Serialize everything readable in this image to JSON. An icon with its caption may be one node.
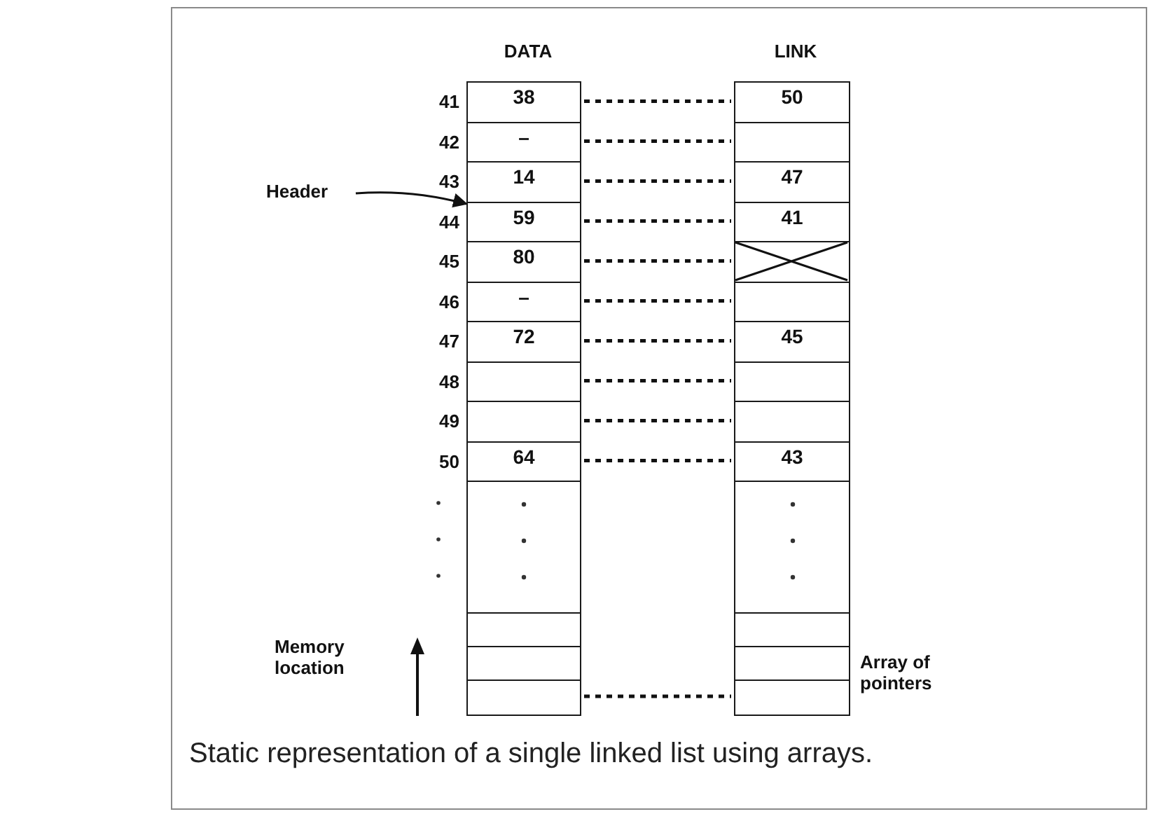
{
  "diagram": {
    "caption": "Static representation of a single linked list using arrays.",
    "nodes": [
      {
        "text": [
          "Header"
        ]
      },
      {
        "text": [
          "38"
        ]
      },
      {
        "text": [
          "–"
        ]
      },
      {
        "text": [
          "14"
        ]
      },
      {
        "text": [
          "59"
        ]
      },
      {
        "text": [
          "80"
        ]
      },
      {
        "text": [
          "–"
        ]
      },
      {
        "text": [
          "72"
        ]
      },
      {
        "text": [],
        "shape": "box"
      },
      {
        "text": [],
        "shape": "box"
      },
      {
        "text": [
          "64"
        ]
      },
      {
        "text": [],
        "shape": "box"
      },
      {
        "text": [],
        "shape": "box"
      },
      {
        "text": [],
        "shape": "box"
      },
      {
        "text": [],
        "shape": "box"
      },
      {
        "text": [
          "50"
        ]
      },
      {
        "text": [],
        "shape": "box"
      },
      {
        "text": [
          "47"
        ]
      },
      {
        "text": [
          "41"
        ]
      },
      {
        "text": [],
        "shape": "box"
      },
      {
        "text": [],
        "shape": "box"
      },
      {
        "text": [
          "45"
        ]
      },
      {
        "text": [],
        "shape": "box"
      },
      {
        "text": [],
        "shape": "box"
      },
      {
        "text": [
          "43"
        ]
      },
      {
        "text": [],
        "shape": "box"
      },
      {
        "text": [],
        "shape": "box"
      },
      {
        "text": [],
        "shape": "box"
      },
      {
        "text": [],
        "shape": "box"
      }
    ],
    "edges": [
      {
        "from": 0,
        "to": 4,
        "arrow": "to"
      },
      {
        "from": 1,
        "to": 15,
        "arrow": "none",
        "style": "dashed"
      },
      {
        "from": 2,
        "to": 16,
        "arrow": "none",
        "style": "dashed"
      },
      {
        "from": 3,
        "to": 17,
        "arrow": "none",
        "style": "dashed"
      },
      {
        "from": 4,
        "to": 18,
        "arrow": "none",
        "style": "dashed"
      },
      {
        "from": 5,
        "to": 19,
        "arrow": "none",
        "style": "dashed"
      },
      {
        "from": 6,
        "to": 20,
        "arrow": "none",
        "style": "dashed"
      },
      {
        "from": 7,
        "to": 21,
        "arrow": "none",
        "style": "dashed"
      },
      {
        "from": 8,
        "to": 22,
        "arrow": "none",
        "style": "dashed"
      },
      {
        "from": 9,
        "to": 23,
        "arrow": "none",
        "style": "dashed"
      },
      {
        "from": 10,
        "to": 24,
        "arrow": "none",
        "style": "dashed"
      },
      {
        "from": 14,
        "to": 28,
        "arrow": "none",
        "style": "dashed"
      }
    ],
    "labels": [
      "DATA",
      "LINK",
      "41",
      "42",
      "43",
      "44",
      "45",
      "46",
      "47",
      "48",
      "49",
      "50",
      "Memory location",
      "Array of pointers"
    ]
  }
}
